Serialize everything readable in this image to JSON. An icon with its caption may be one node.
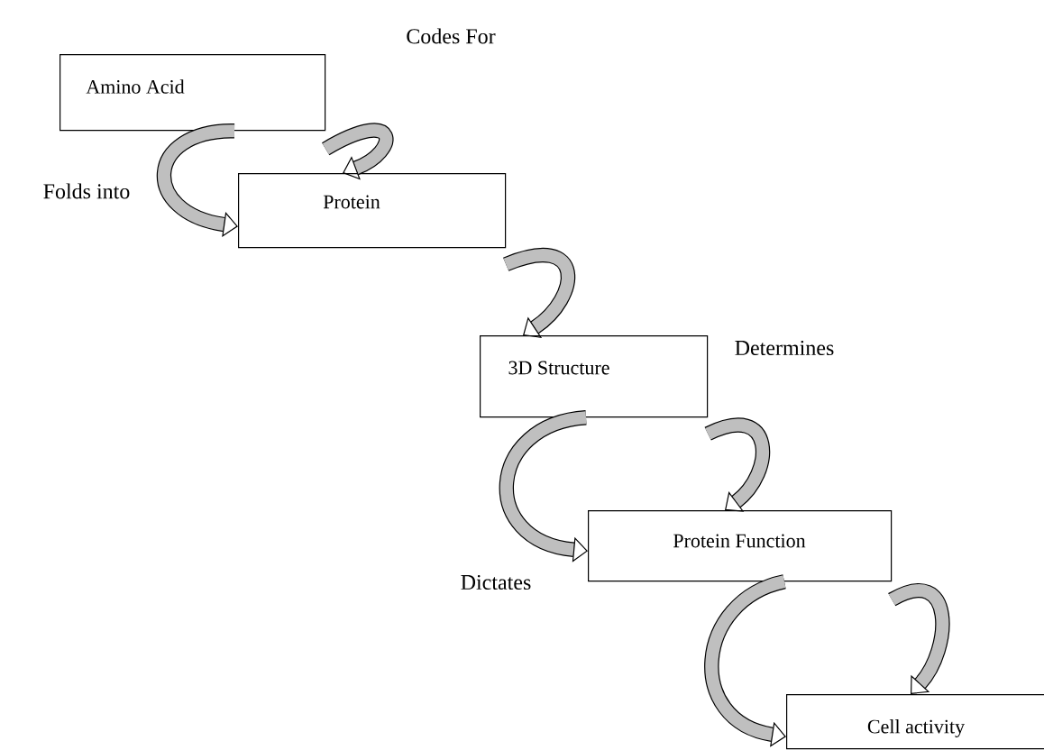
{
  "diagram": {
    "nodes": [
      {
        "text": [
          "Amino Acid"
        ]
      },
      {
        "text": [
          "Protein"
        ]
      },
      {
        "text": [
          "3D Structure"
        ]
      },
      {
        "text": [
          "Protein Function"
        ]
      },
      {
        "text": [
          "Cell activity"
        ]
      }
    ],
    "edges": [
      {
        "from": 0,
        "to": 1,
        "arrow": "to",
        "label": "Codes For"
      },
      {
        "from": 0,
        "to": 1,
        "arrow": "to",
        "label": "Folds into"
      },
      {
        "from": 1,
        "to": 2,
        "arrow": "to"
      },
      {
        "from": 2,
        "to": 3,
        "arrow": "to",
        "label": "Determines"
      },
      {
        "from": 2,
        "to": 3,
        "arrow": "to",
        "label": "Dictates"
      },
      {
        "from": 3,
        "to": 4,
        "arrow": "to"
      },
      {
        "from": 3,
        "to": 4,
        "arrow": "to"
      }
    ]
  }
}
